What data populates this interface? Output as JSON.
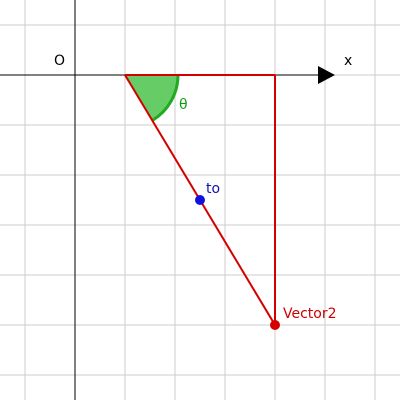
{
  "diagram": {
    "origin_label": "O",
    "axis_label": "x",
    "angle_label": "θ",
    "point_mid_label": "to",
    "point_end_label": "Vector2"
  },
  "geometry": {
    "grid_min": -1.5,
    "grid_max": 6.5,
    "grid_step": 1,
    "origin": [
      0,
      0
    ],
    "start": [
      1,
      0
    ],
    "corner": [
      4,
      0
    ],
    "end": [
      4,
      -5
    ],
    "midpoint": [
      2.5,
      -2.5
    ],
    "axis_arrow_tip": 5.2
  },
  "colors": {
    "grid": "#cccccc",
    "axis": "#000000",
    "triangle": "#d40000",
    "angle_fill": "#66cc66",
    "angle_stroke": "#22aa22",
    "angle_text": "#119911",
    "midpoint": "#1111dd",
    "midpoint_text": "#1111aa",
    "end_text": "#cc0000"
  }
}
